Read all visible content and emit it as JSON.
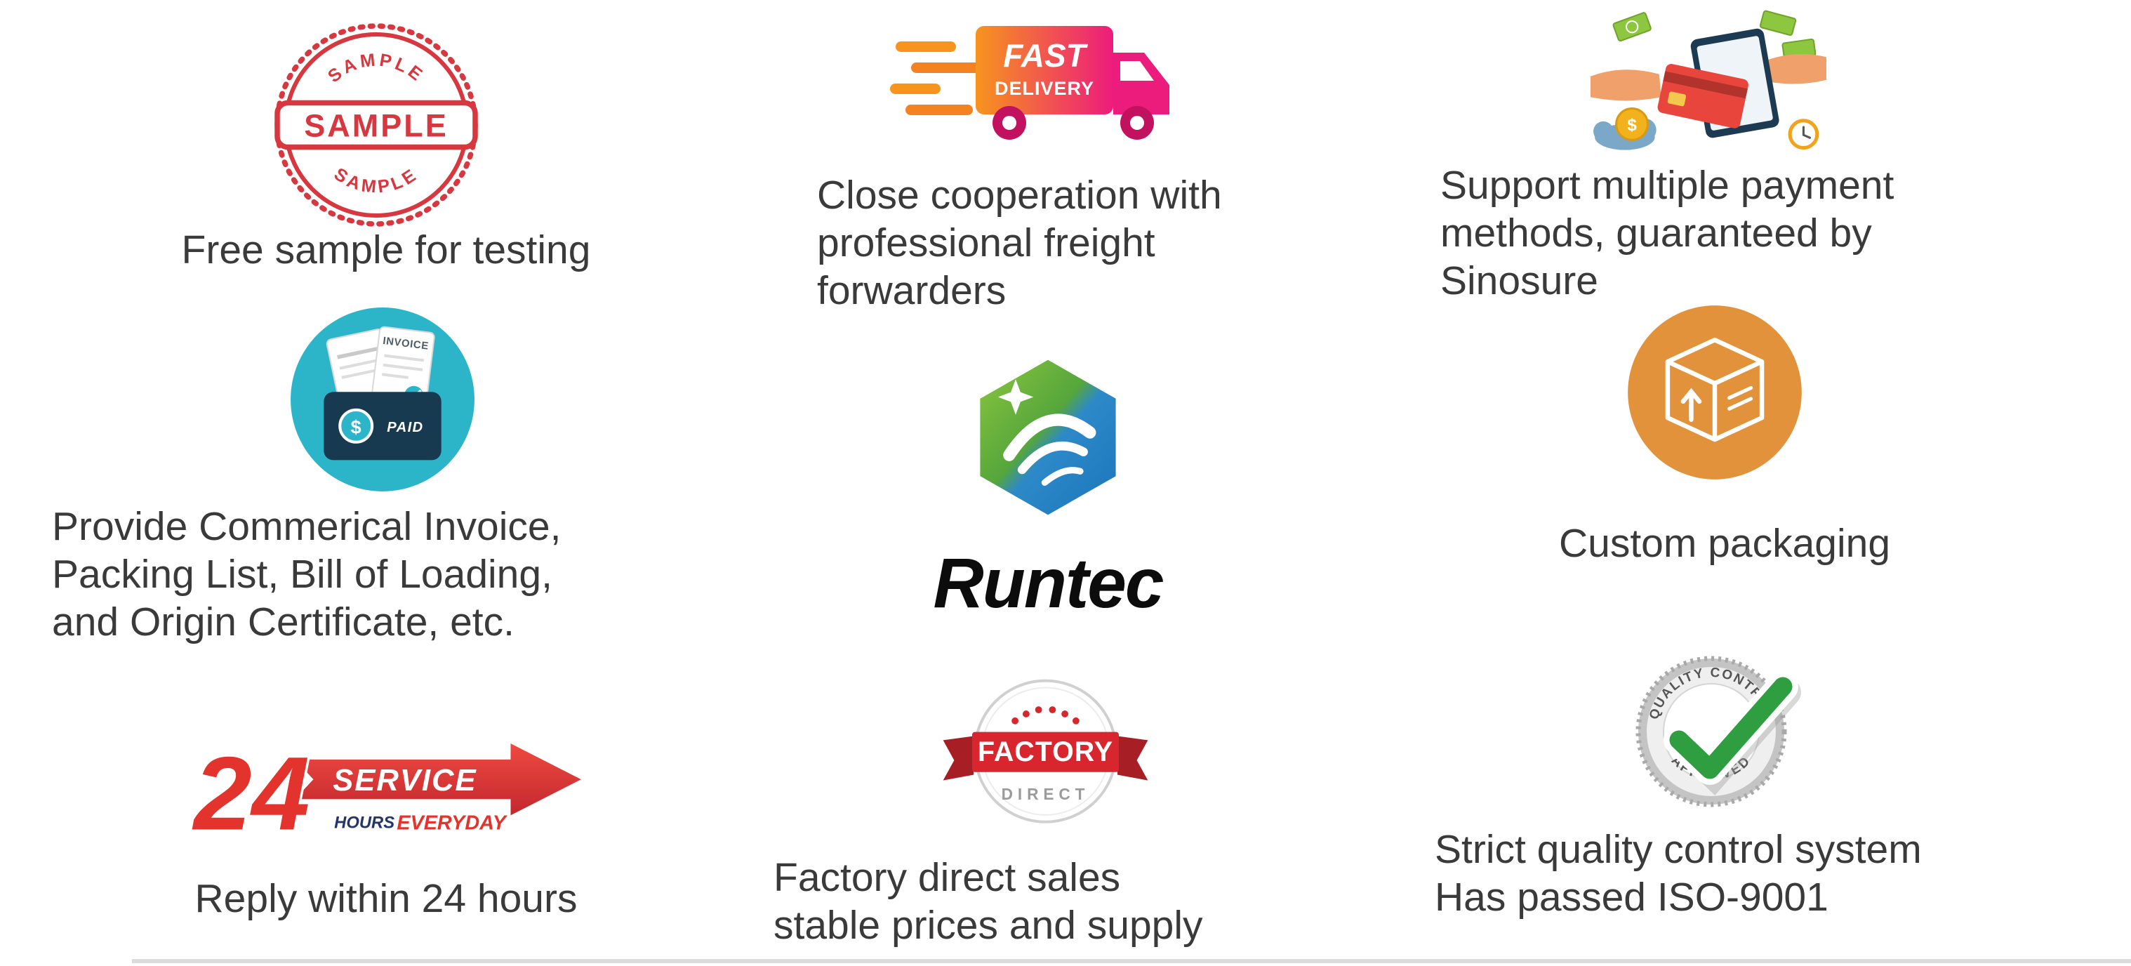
{
  "page": {
    "background": "#ffffff"
  },
  "icons": {
    "sample": "sample-stamp-icon",
    "delivery": "fast-delivery-truck-icon",
    "payment": "multi-payment-hands-icon",
    "invoice": "invoice-folder-icon",
    "brand": "runtec-hexagon-logo",
    "packaging": "package-box-icon",
    "service24": "24-hour-service-banner-icon",
    "factory": "factory-direct-badge-icon",
    "quality": "quality-control-approved-badge-icon"
  },
  "cells": {
    "sample": {
      "stamp_top": "SAMPLE",
      "stamp_center": "SAMPLE",
      "stamp_bottom": "SAMPLE",
      "caption": "Free sample for testing"
    },
    "delivery": {
      "badge_line1": "FAST",
      "badge_line2": "DELIVERY",
      "caption_line1": "Close cooperation with",
      "caption_line2": "professional freight",
      "caption_line3": "forwarders"
    },
    "payment": {
      "coin_symbol": "$",
      "caption_line1": "Support multiple payment",
      "caption_line2": "methods, guaranteed by",
      "caption_line3": "Sinosure"
    },
    "invoice": {
      "document_label": "INVOICE",
      "paid_label": "PAID",
      "coin_symbol": "$",
      "caption_line1": "Provide Commerical Invoice,",
      "caption_line2": "Packing List, Bill of Loading,",
      "caption_line3": "and Origin Certificate, etc."
    },
    "brand": {
      "logo_text": "Runtec"
    },
    "packaging": {
      "caption": "Custom packaging"
    },
    "service24": {
      "number": "24",
      "service_label": "SERVICE",
      "hours_label": "HOURS",
      "everyday_label": "EVERYDAY",
      "caption": "Reply within 24 hours"
    },
    "factory": {
      "ribbon_label": "FACTORY",
      "direct_label": "DIRECT",
      "caption_line1": "Factory direct sales",
      "caption_line2": "stable prices and supply"
    },
    "quality": {
      "arc_top": "QUALITY CONTROL",
      "arc_bottom": "APPROVED",
      "caption_line1": "Strict quality control system",
      "caption_line2": "Has passed ISO-9001"
    }
  },
  "colors": {
    "background": "#ffffff",
    "caption_text": "#3a3a3a",
    "stamp_red": "#d7373f",
    "delivery_orange": "#f7941e",
    "delivery_magenta": "#ec1c7c",
    "invoice_teal": "#2cb5c9",
    "invoice_navy": "#173a50",
    "brand_green": "#8cc63e",
    "brand_blue": "#1b75bb",
    "packaging_orange": "#e2923b",
    "service_red": "#e2342c",
    "hours_navy": "#24356b",
    "factory_red": "#d8262f",
    "quality_green": "#2f9e41",
    "badge_silver": "#c4c4c4"
  }
}
